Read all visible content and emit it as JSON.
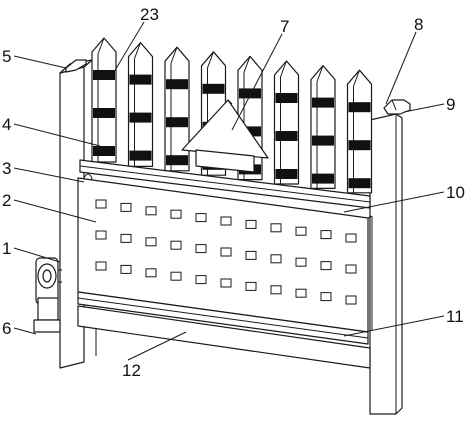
{
  "labels": [
    {
      "id": "1",
      "text": "1"
    },
    {
      "id": "2",
      "text": "2"
    },
    {
      "id": "3",
      "text": "3"
    },
    {
      "id": "4",
      "text": "4"
    },
    {
      "id": "5",
      "text": "5"
    },
    {
      "id": "6",
      "text": "6"
    },
    {
      "id": "7",
      "text": "7"
    },
    {
      "id": "8",
      "text": "8"
    },
    {
      "id": "9",
      "text": "9"
    },
    {
      "id": "10",
      "text": "10"
    },
    {
      "id": "11",
      "text": "11"
    },
    {
      "id": "12",
      "text": "12"
    },
    {
      "id": "23",
      "text": "23"
    }
  ]
}
